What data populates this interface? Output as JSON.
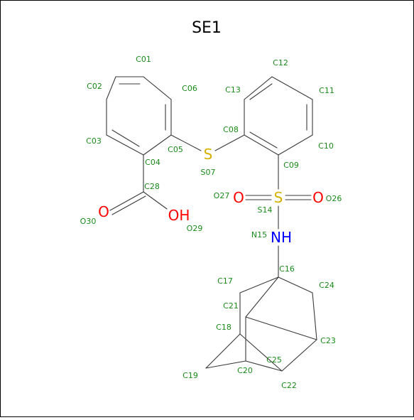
{
  "title": "SE1",
  "colors": {
    "label": "#1a8a1a",
    "sulfur": "#d4b100",
    "oxygen": "#ff0000",
    "nitrogen": "#0000ff",
    "bond": "#3a3a3a"
  },
  "atom_symbols": {
    "S07": "S",
    "S14": "S",
    "O27": "O",
    "O26": "O",
    "O30": "O",
    "O29": "OH",
    "N15": "NH"
  },
  "atom_labels": [
    "C01",
    "C02",
    "C03",
    "C04",
    "C05",
    "C06",
    "S07",
    "C08",
    "C09",
    "C10",
    "C11",
    "C12",
    "C13",
    "S14",
    "N15",
    "C16",
    "C17",
    "C18",
    "C19",
    "C20",
    "C21",
    "C22",
    "C23",
    "C24",
    "C25",
    "O26",
    "O27",
    "C28",
    "O29",
    "O30"
  ]
}
